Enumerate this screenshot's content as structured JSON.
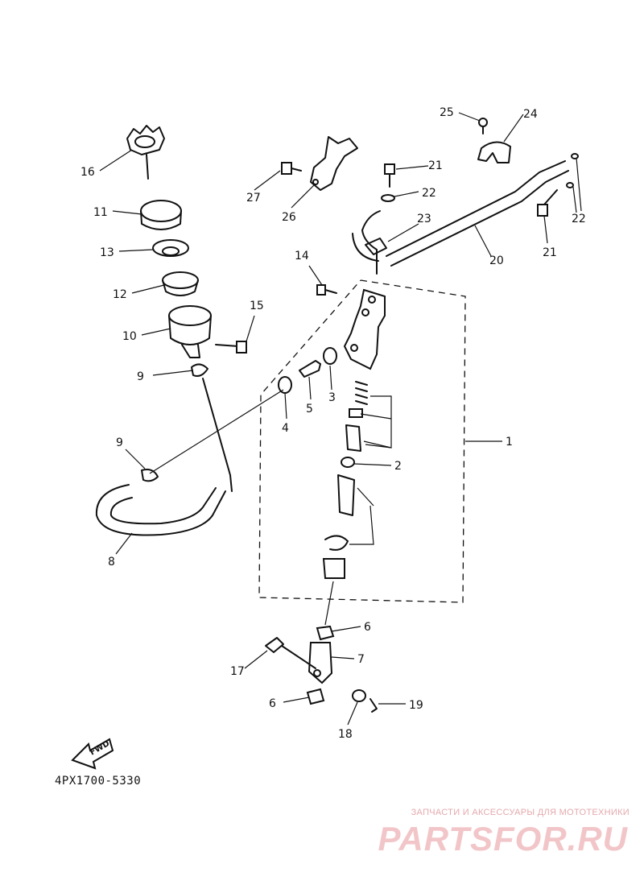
{
  "diagram_code": "4PX1700-5330",
  "fwd_label": "FWD",
  "callouts": [
    {
      "id": "c1",
      "text": "1"
    },
    {
      "id": "c2",
      "text": "2"
    },
    {
      "id": "c3",
      "text": "3"
    },
    {
      "id": "c4",
      "text": "4"
    },
    {
      "id": "c5",
      "text": "5"
    },
    {
      "id": "c6a",
      "text": "6"
    },
    {
      "id": "c6b",
      "text": "6"
    },
    {
      "id": "c7",
      "text": "7"
    },
    {
      "id": "c8",
      "text": "8"
    },
    {
      "id": "c9a",
      "text": "9"
    },
    {
      "id": "c9b",
      "text": "9"
    },
    {
      "id": "c10",
      "text": "10"
    },
    {
      "id": "c11",
      "text": "11"
    },
    {
      "id": "c12",
      "text": "12"
    },
    {
      "id": "c13",
      "text": "13"
    },
    {
      "id": "c14",
      "text": "14"
    },
    {
      "id": "c15",
      "text": "15"
    },
    {
      "id": "c16",
      "text": "16"
    },
    {
      "id": "c17",
      "text": "17"
    },
    {
      "id": "c18",
      "text": "18"
    },
    {
      "id": "c19",
      "text": "19"
    },
    {
      "id": "c20",
      "text": "20"
    },
    {
      "id": "c21a",
      "text": "21"
    },
    {
      "id": "c21b",
      "text": "21"
    },
    {
      "id": "c22a",
      "text": "22"
    },
    {
      "id": "c22b",
      "text": "22"
    },
    {
      "id": "c23",
      "text": "23"
    },
    {
      "id": "c24",
      "text": "24"
    },
    {
      "id": "c25",
      "text": "25"
    },
    {
      "id": "c26",
      "text": "26"
    },
    {
      "id": "c27",
      "text": "27"
    }
  ],
  "watermark": {
    "tagline": "ЗАПЧАСТИ И АКСЕССУАРЫ ДЛЯ МОТОТЕХНИКИ",
    "brand": "PARTSFOR.RU",
    "color": "#f2c6c9"
  }
}
